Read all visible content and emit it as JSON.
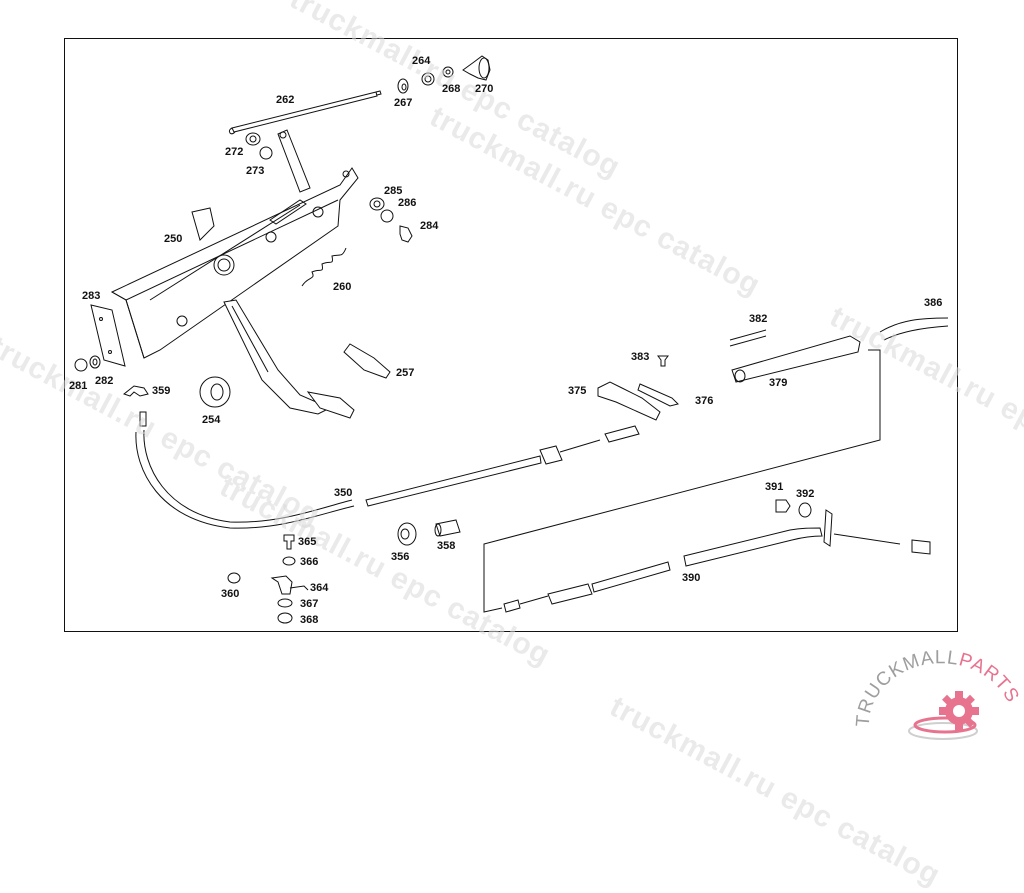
{
  "diagram": {
    "type": "exploded-parts-diagram",
    "subject": "pedal assembly with cable linkage"
  },
  "parts": [
    {
      "id": "262",
      "label": "262"
    },
    {
      "id": "264",
      "label": "264"
    },
    {
      "id": "267",
      "label": "267"
    },
    {
      "id": "268",
      "label": "268"
    },
    {
      "id": "270",
      "label": "270"
    },
    {
      "id": "272",
      "label": "272"
    },
    {
      "id": "273",
      "label": "273"
    },
    {
      "id": "285",
      "label": "285"
    },
    {
      "id": "286",
      "label": "286"
    },
    {
      "id": "284",
      "label": "284"
    },
    {
      "id": "250",
      "label": "250"
    },
    {
      "id": "260",
      "label": "260"
    },
    {
      "id": "283",
      "label": "283"
    },
    {
      "id": "257",
      "label": "257"
    },
    {
      "id": "281",
      "label": "281"
    },
    {
      "id": "282",
      "label": "282"
    },
    {
      "id": "359",
      "label": "359"
    },
    {
      "id": "254",
      "label": "254"
    },
    {
      "id": "382",
      "label": "382"
    },
    {
      "id": "386",
      "label": "386"
    },
    {
      "id": "383",
      "label": "383"
    },
    {
      "id": "379",
      "label": "379"
    },
    {
      "id": "375",
      "label": "375"
    },
    {
      "id": "376",
      "label": "376"
    },
    {
      "id": "350",
      "label": "350"
    },
    {
      "id": "391",
      "label": "391"
    },
    {
      "id": "392",
      "label": "392"
    },
    {
      "id": "365",
      "label": "365"
    },
    {
      "id": "366",
      "label": "366"
    },
    {
      "id": "356",
      "label": "356"
    },
    {
      "id": "358",
      "label": "358"
    },
    {
      "id": "390",
      "label": "390"
    },
    {
      "id": "364",
      "label": "364"
    },
    {
      "id": "360",
      "label": "360"
    },
    {
      "id": "367",
      "label": "367"
    },
    {
      "id": "368",
      "label": "368"
    }
  ],
  "watermarks": [
    "truckmall.ru epc catalog",
    "truckmall.ru epc catalog",
    "truckmall.ru epc catalog",
    "truckmall.ru epc catalog",
    "truckmall.ru epc catalog"
  ],
  "logo": {
    "text_primary": "TRUCKMALL",
    "text_accent": "PARTS",
    "colors": {
      "primary": "#9e9e9e",
      "accent": "#e8738f"
    }
  }
}
